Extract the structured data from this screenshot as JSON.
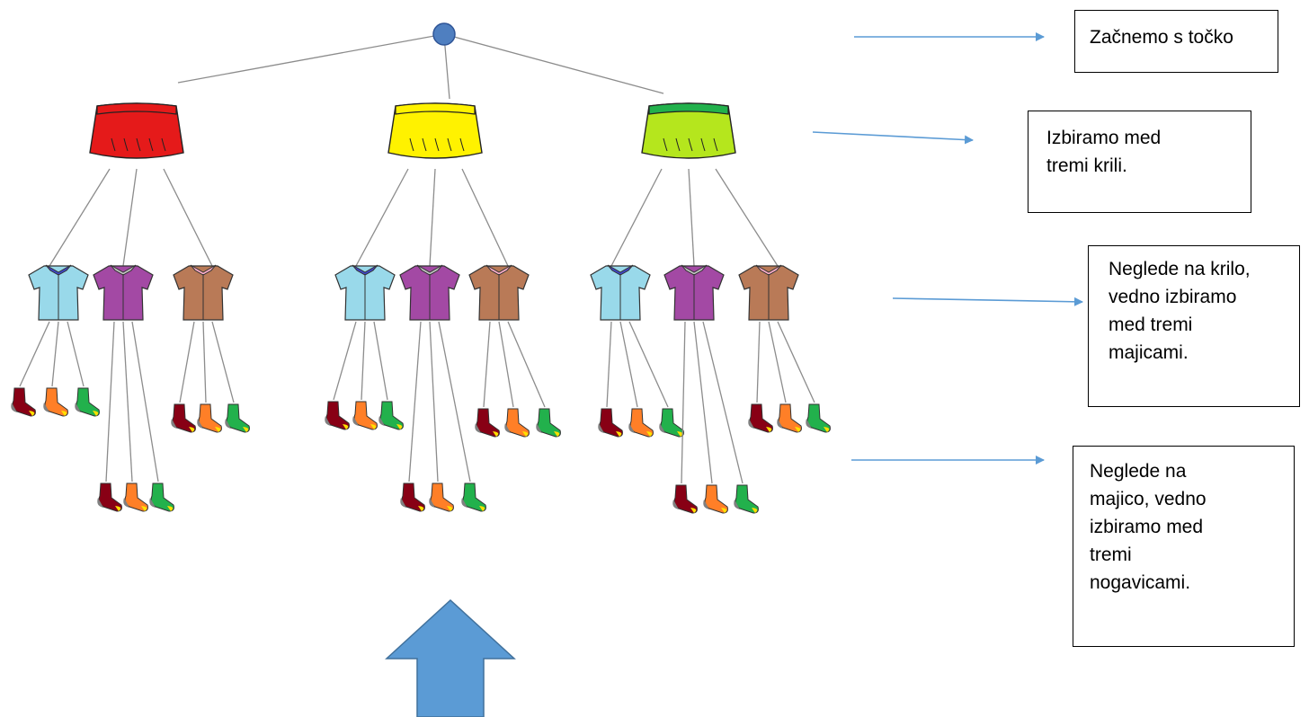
{
  "annotations": [
    {
      "id": "start",
      "text": "Začnemo s točko"
    },
    {
      "id": "skirts",
      "text": "Izbiramo med\ntremi krili."
    },
    {
      "id": "shirts",
      "text": "Neglede na krilo,\nvedno izbiramo\nmed tremi\nmajicami."
    },
    {
      "id": "socks",
      "text": "Neglede na\nmajico, vedno\nizbiramo med\ntremi\nnogavicami."
    }
  ],
  "tree": {
    "root": "point",
    "skirts": [
      {
        "color": "red",
        "fill": "#e51a1a"
      },
      {
        "color": "yellow",
        "fill": "#fff200"
      },
      {
        "color": "lime",
        "fill": "#b5e61d",
        "waistband": "#22b14c"
      }
    ],
    "shirts": [
      {
        "color": "light-blue",
        "fill": "#99d9ea",
        "collar": "#3f48cc"
      },
      {
        "color": "purple",
        "fill": "#a349a4",
        "collar": "#c3c3c3"
      },
      {
        "color": "brown",
        "fill": "#b97a57",
        "collar": "#ffaec9"
      }
    ],
    "socks": [
      {
        "color": "dark-red",
        "fill": "#880015"
      },
      {
        "color": "orange",
        "fill": "#ff7f27"
      },
      {
        "color": "green",
        "fill": "#22b14c"
      }
    ]
  },
  "colors": {
    "arrow": "#5b9bd5",
    "big_arrow_fill": "#5b9bd5",
    "big_arrow_stroke": "#41719c",
    "connector": "#8c8c8c"
  }
}
